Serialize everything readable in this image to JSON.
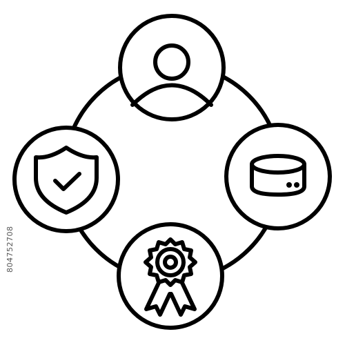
{
  "icon": {
    "stroke_color": "#000000",
    "background_color": "#ffffff",
    "nodes": [
      {
        "position": "top",
        "icon_name": "user-icon"
      },
      {
        "position": "right",
        "icon_name": "database-icon"
      },
      {
        "position": "bottom",
        "icon_name": "award-badge-icon"
      },
      {
        "position": "left",
        "icon_name": "shield-check-icon"
      }
    ]
  },
  "watermark": {
    "id_text": "804752708"
  }
}
